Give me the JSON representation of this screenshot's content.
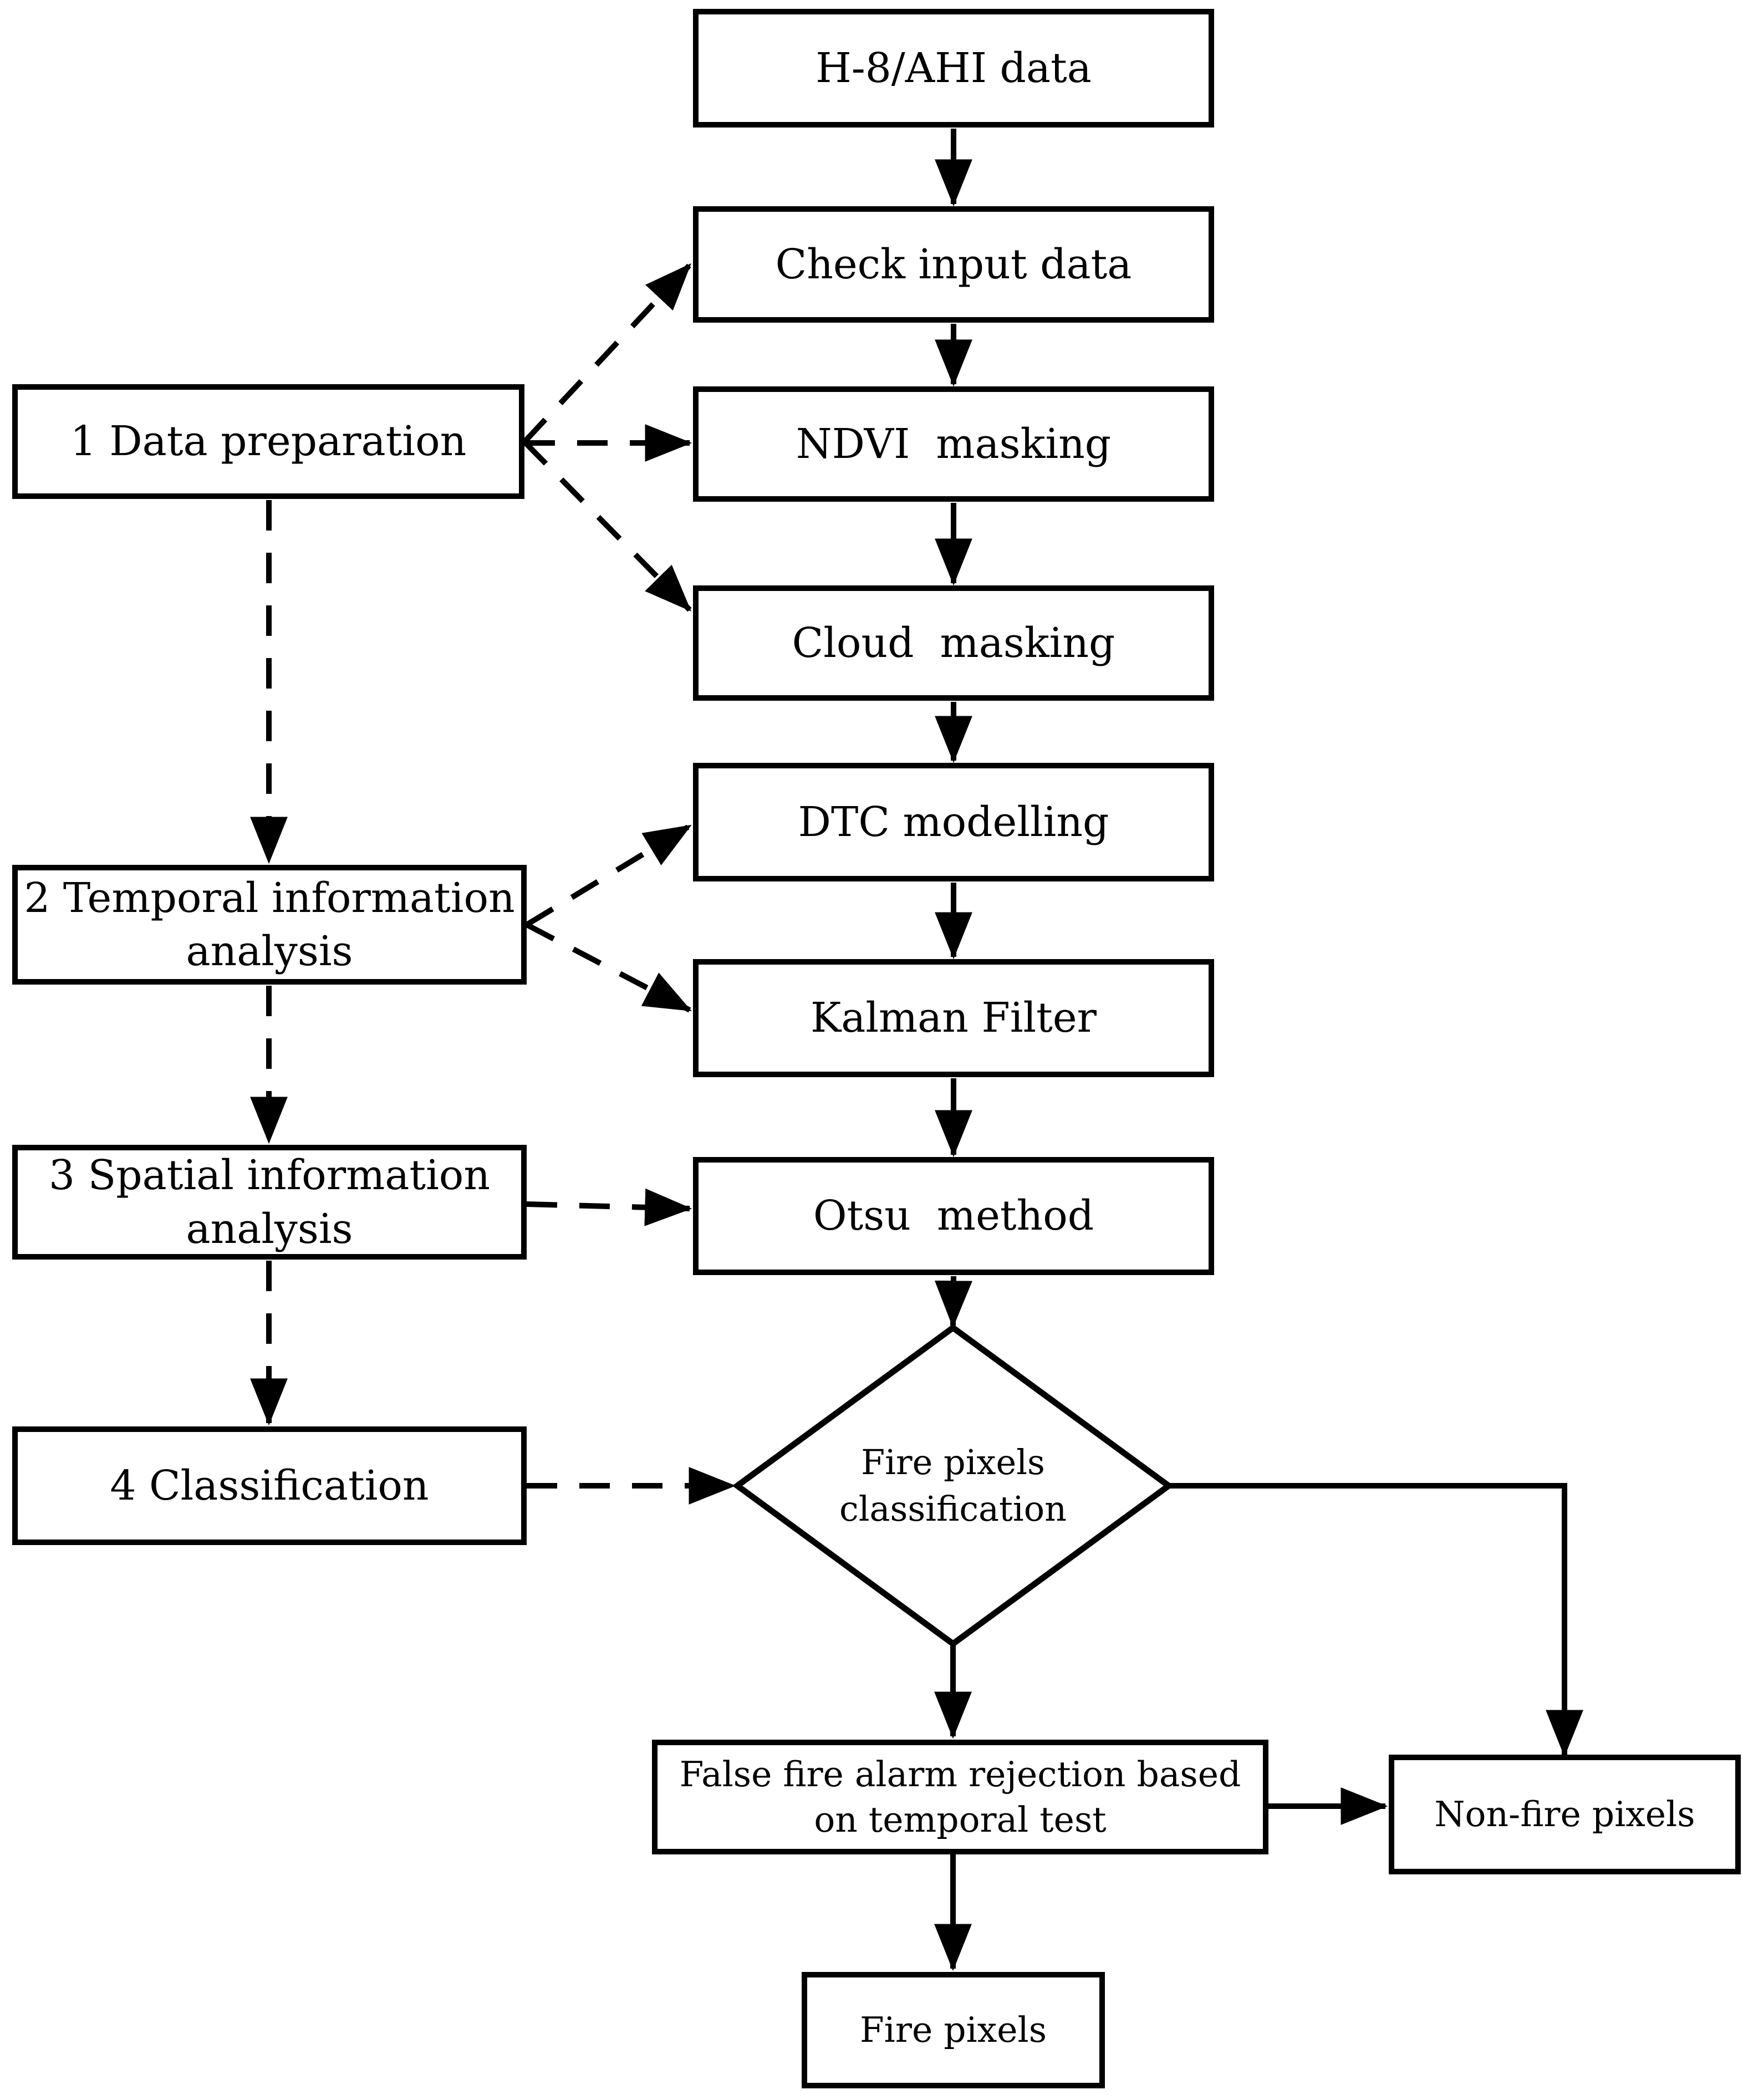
{
  "nodes": {
    "h8_ahi": {
      "label": "H-8/AHI data"
    },
    "check_input": {
      "label": "Check input data"
    },
    "ndvi_masking": {
      "label": "NDVI  masking"
    },
    "cloud_masking": {
      "label": "Cloud  masking"
    },
    "dtc_modelling": {
      "label": "DTC modelling"
    },
    "kalman_filter": {
      "label": "Kalman Filter"
    },
    "otsu_method": {
      "label": "Otsu  method"
    },
    "fire_classification": {
      "label": "Fire pixels\nclassification"
    },
    "false_alarm_rejection": {
      "label": "False fire alarm rejection based\non temporal test"
    },
    "non_fire_pixels": {
      "label": "Non-fire pixels"
    },
    "fire_pixels": {
      "label": "Fire pixels"
    },
    "stage1": {
      "label": "1 Data preparation"
    },
    "stage2": {
      "label": "2 Temporal information\nanalysis"
    },
    "stage3": {
      "label": "3 Spatial information\nanalysis"
    },
    "stage4": {
      "label": "4 Classification"
    }
  },
  "edges": [
    {
      "from": "h8_ahi",
      "to": "check_input",
      "style": "solid"
    },
    {
      "from": "check_input",
      "to": "ndvi_masking",
      "style": "solid"
    },
    {
      "from": "ndvi_masking",
      "to": "cloud_masking",
      "style": "solid"
    },
    {
      "from": "cloud_masking",
      "to": "dtc_modelling",
      "style": "solid"
    },
    {
      "from": "dtc_modelling",
      "to": "kalman_filter",
      "style": "solid"
    },
    {
      "from": "kalman_filter",
      "to": "otsu_method",
      "style": "solid"
    },
    {
      "from": "otsu_method",
      "to": "fire_classification",
      "style": "solid"
    },
    {
      "from": "fire_classification",
      "to": "false_alarm_rejection",
      "style": "solid"
    },
    {
      "from": "fire_classification",
      "to": "non_fire_pixels",
      "style": "solid"
    },
    {
      "from": "false_alarm_rejection",
      "to": "non_fire_pixels",
      "style": "solid"
    },
    {
      "from": "false_alarm_rejection",
      "to": "fire_pixels",
      "style": "solid"
    },
    {
      "from": "stage1",
      "to": "check_input",
      "style": "dashed"
    },
    {
      "from": "stage1",
      "to": "ndvi_masking",
      "style": "dashed"
    },
    {
      "from": "stage1",
      "to": "cloud_masking",
      "style": "dashed"
    },
    {
      "from": "stage1",
      "to": "stage2",
      "style": "dashed"
    },
    {
      "from": "stage2",
      "to": "dtc_modelling",
      "style": "dashed"
    },
    {
      "from": "stage2",
      "to": "kalman_filter",
      "style": "dashed"
    },
    {
      "from": "stage2",
      "to": "stage3",
      "style": "dashed"
    },
    {
      "from": "stage3",
      "to": "otsu_method",
      "style": "dashed"
    },
    {
      "from": "stage3",
      "to": "stage4",
      "style": "dashed"
    },
    {
      "from": "stage4",
      "to": "fire_classification",
      "style": "dashed"
    }
  ],
  "colors": {
    "stroke": "#000000",
    "background": "#ffffff",
    "text": "#000000"
  }
}
